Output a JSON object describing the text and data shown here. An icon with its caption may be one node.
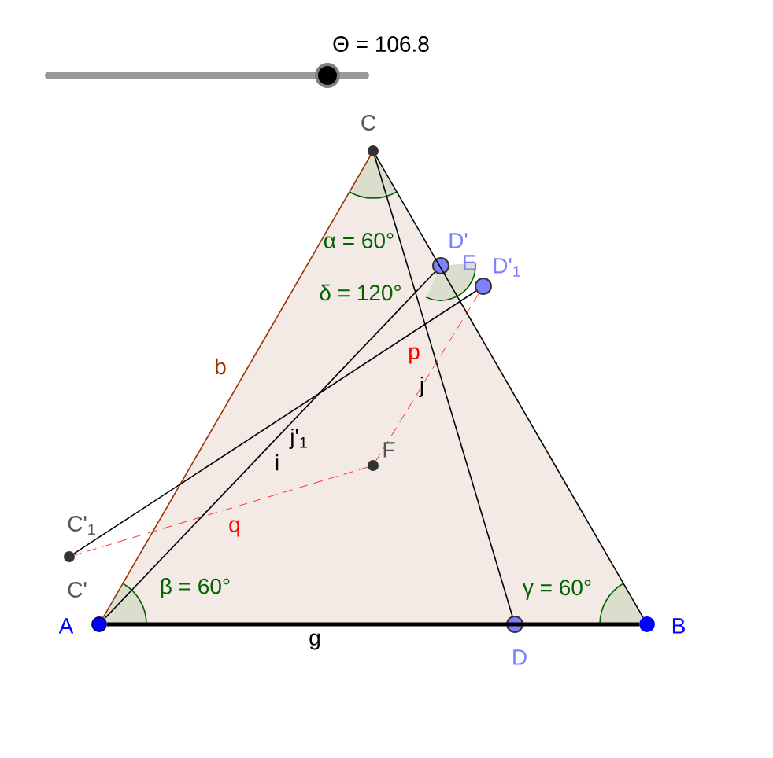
{
  "diagram": {
    "nodes": [
      {
        "text": [],
        "shape": "circle",
        "beside": [
          "A"
        ]
      },
      {
        "text": [],
        "shape": "circle",
        "beside": [
          "B"
        ]
      },
      {
        "text": [],
        "shape": "circle",
        "beside": [
          "C"
        ]
      },
      {
        "text": [],
        "shape": "circle",
        "beside": [
          "D"
        ]
      },
      {
        "text": [],
        "shape": "circle",
        "beside": [
          "D'"
        ]
      },
      {
        "text": [],
        "shape": "circle",
        "beside": [
          "D'$_{1}$"
        ]
      },
      {
        "text": [],
        "shape": "circle",
        "beside": [
          "F"
        ]
      },
      {
        "text": [],
        "shape": "circle",
        "beside": [
          "C'$_{1}$"
        ]
      }
    ],
    "edges": [
      {
        "from": 0,
        "to": 1,
        "arrow": "none",
        "label": "g",
        "style": "thick"
      },
      {
        "from": 0,
        "to": 2,
        "arrow": "none",
        "label": "b",
        "color": "#993300"
      },
      {
        "from": 2,
        "to": 1,
        "arrow": "none"
      },
      {
        "from": 2,
        "to": 3,
        "arrow": "none",
        "label": "j"
      },
      {
        "from": 0,
        "to": 4,
        "arrow": "none",
        "label": "i"
      },
      {
        "from": 7,
        "to": 5,
        "arrow": "none",
        "label": "j'$_{1}$"
      },
      {
        "from": 5,
        "to": 6,
        "arrow": "none",
        "label": "p",
        "style": "dashed",
        "color": "#ff0000"
      },
      {
        "from": 6,
        "to": 7,
        "arrow": "none",
        "label": "q",
        "style": "dashed",
        "color": "#ff0000"
      }
    ],
    "labels": [
      "Θ = 106.8",
      "α = 60°",
      "δ = 120°",
      "β = 60°",
      "γ = 60°",
      "E",
      "C'"
    ]
  }
}
